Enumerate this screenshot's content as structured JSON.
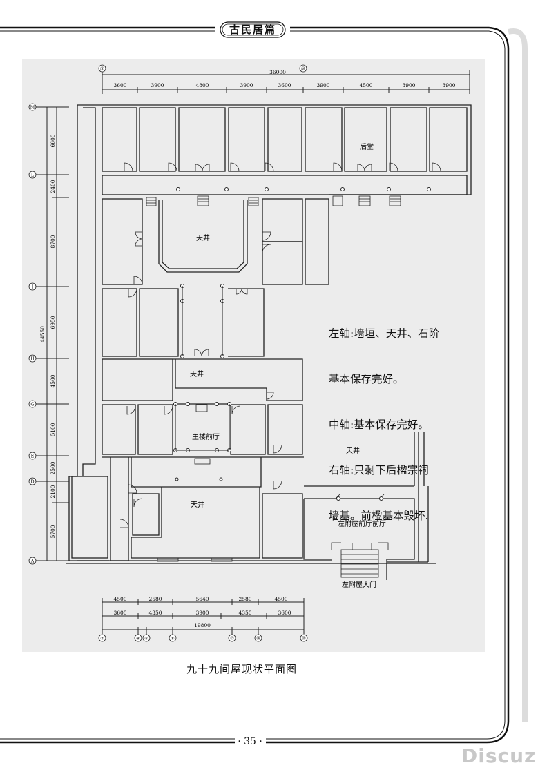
{
  "header": {
    "banner": "古民居篇"
  },
  "plan": {
    "top_dims": {
      "total": "36000",
      "segments": [
        "3600",
        "3900",
        "4800",
        "3900",
        "3600",
        "3900",
        "4500",
        "3900",
        "3900"
      ]
    },
    "top_axes": {
      "left": "②",
      "right": "⑩"
    },
    "left_dims": {
      "total": "44550",
      "segments": [
        "6600",
        "2400",
        "8700",
        "6950",
        "4500",
        "5100",
        "2500",
        "2100",
        "5700"
      ]
    },
    "left_axes": [
      "M",
      "L",
      "J",
      "H",
      "G",
      "E",
      "D",
      "A"
    ],
    "bottom_dims": {
      "row1": [
        "4500",
        "2580",
        "5640",
        "2580",
        "4500"
      ],
      "row2": [
        "3600",
        "4350",
        "3900",
        "4350",
        "3600"
      ],
      "total": "19800"
    },
    "bottom_axes": [
      "②",
      "④",
      "⑥",
      "⑧",
      "⑬",
      "⑭",
      "⑯"
    ],
    "rooms": {
      "rear_hall": "后堂",
      "courtyard_upper": "天井",
      "courtyard_mid": "天井",
      "main_hall": "主楼前厅",
      "courtyard_lower": "天井",
      "courtyard_right": "天井",
      "annex_front_hall": "左附屋前厅前厅",
      "annex_gate": "左附屋大门"
    }
  },
  "note": {
    "lines": [
      "左轴:墙垣、天井、石阶",
      "基本保存完好。",
      "中轴:基本保存完好。",
      "右轴:只剩下后楹宗祠",
      "墙基。前楹基本毁坏."
    ]
  },
  "caption": "九十九间屋现状平面图",
  "page_number": "· 35 ·",
  "watermark": "Discuz!"
}
